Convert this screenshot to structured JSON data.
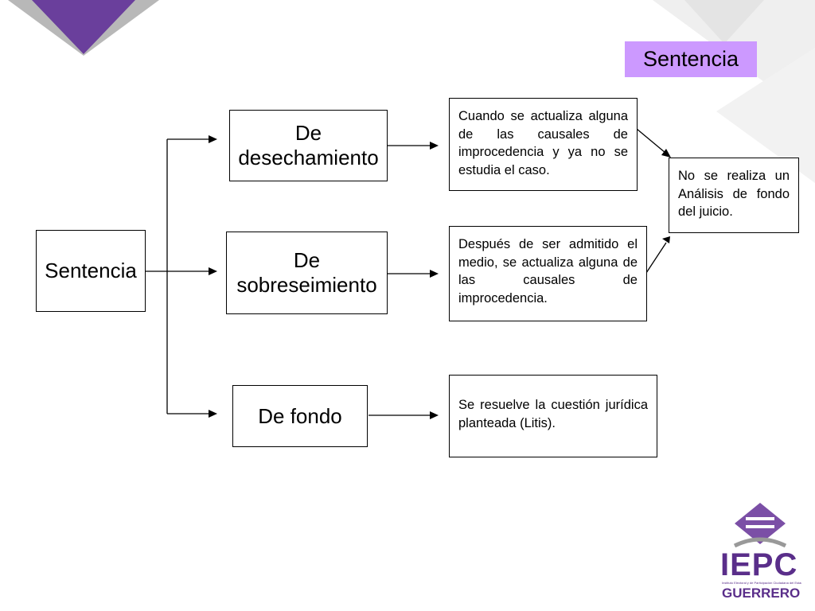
{
  "title": "Sentencia",
  "root": "Sentencia",
  "types": [
    {
      "label_lines": [
        "De",
        "desechamiento"
      ],
      "description": "Cuando se actualiza alguna de las causales de improcedencia y ya no se estudia el caso."
    },
    {
      "label_lines": [
        "De",
        "sobreseimiento"
      ],
      "description": "Después de ser admitido el medio, se actualiza alguna de las causales de improcedencia."
    },
    {
      "label_lines": [
        "De fondo"
      ],
      "description": "Se resuelve la cuestión jurídica planteada (Litis)."
    }
  ],
  "result": "No se realiza un Análisis de fondo del juicio.",
  "logo": {
    "name": "IEPC",
    "tagline": "Instituto Electoral y de Participación Ciudadana del Estado de",
    "state": "GUERRERO"
  },
  "colors": {
    "title_bg": "#cc99ff",
    "brand": "#5a2e8a",
    "deco": "#e6e6e6"
  }
}
